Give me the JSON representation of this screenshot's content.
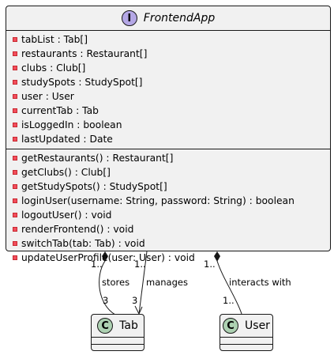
{
  "frontend_app": {
    "stereotype": "I",
    "name": "FrontendApp",
    "attributes": [
      "tabList : Tab[]",
      "restaurants : Restaurant[]",
      "clubs : Club[]",
      "studySpots : StudySpot[]",
      "user : User",
      "currentTab : Tab",
      "isLoggedIn : boolean",
      "lastUpdated : Date"
    ],
    "methods": [
      "getRestaurants() : Restaurant[]",
      "getClubs() : Club[]",
      "getStudySpots() : StudySpot[]",
      "loginUser(username: String, password: String) : boolean",
      "logoutUser() : void",
      "renderFrontend() : void",
      "switchTab(tab: Tab) : void",
      "updateUserProfile(user: User) : void"
    ]
  },
  "tab_class": {
    "stereotype": "C",
    "name": "Tab"
  },
  "user_class": {
    "stereotype": "C",
    "name": "User"
  },
  "relations": {
    "stores": {
      "label": "stores",
      "source_mult": "1..",
      "target_mult": "3"
    },
    "manages": {
      "label": "manages",
      "source_mult": "1..",
      "target_mult": "3"
    },
    "interacts": {
      "label": "interacts with",
      "source_mult": "1..",
      "target_mult": "1.."
    }
  }
}
